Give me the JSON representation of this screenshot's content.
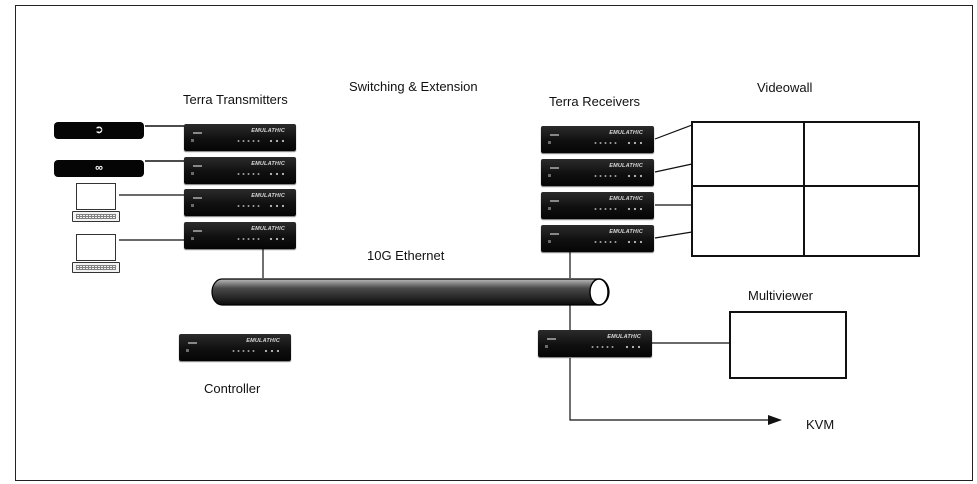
{
  "labels": {
    "transmitters": "Terra Transmitters",
    "switching": "Switching & Extension",
    "receivers": "Terra Receivers",
    "videowall": "Videowall",
    "ethernet": "10G Ethernet",
    "multiviewer": "Multiviewer",
    "controller": "Controller",
    "kvm": "KVM"
  },
  "device_brand": "EMULATHIC",
  "sources": [
    {
      "type": "bluray",
      "symbol": "➲"
    },
    {
      "type": "disc",
      "symbol": "∞"
    },
    {
      "type": "laptop"
    },
    {
      "type": "laptop"
    }
  ],
  "colors": {
    "line": "#111111",
    "device": "#0a0a0a"
  }
}
